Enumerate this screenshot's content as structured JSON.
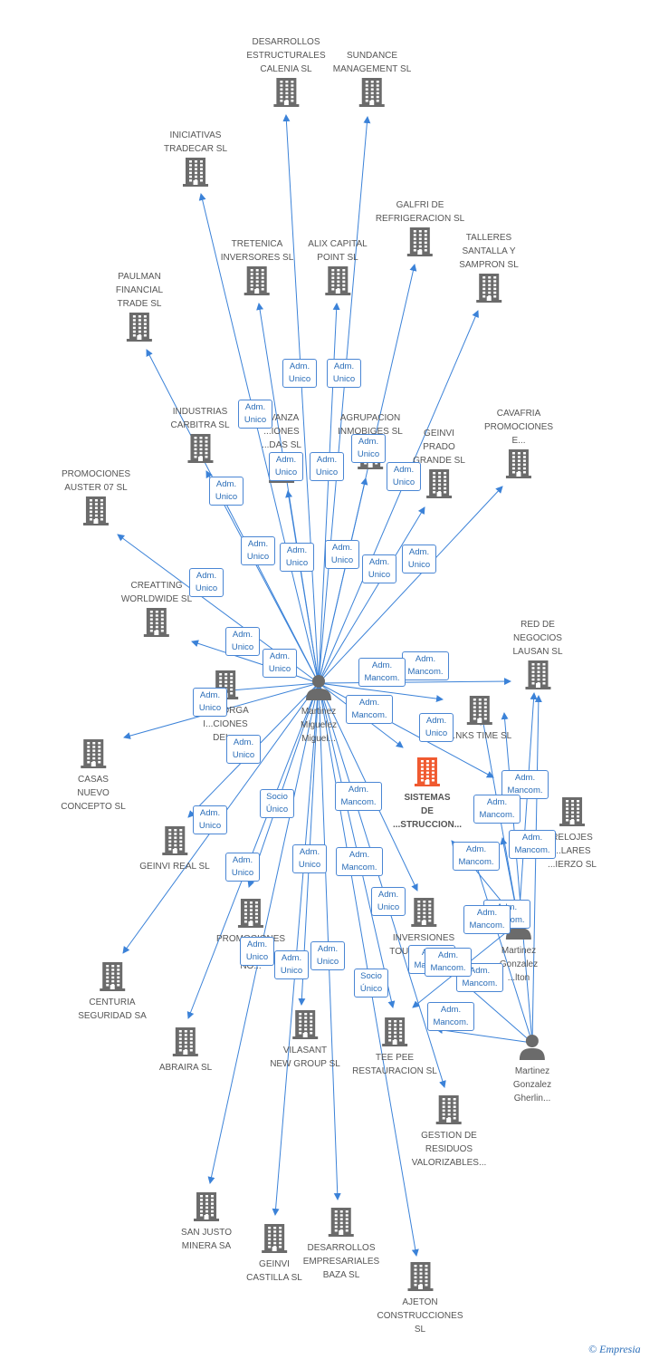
{
  "colors": {
    "edge": "#3b82d8",
    "company": "#6b6b6b",
    "focus": "#f05a30",
    "person": "#6b6b6b",
    "badge_border": "#4a86d4",
    "badge_text": "#2a6db8"
  },
  "nodes": [
    {
      "id": "desarrollos_calenia",
      "type": "company",
      "label": "DESARROLLOS\nESTRUCTURALES\nCALENIA SL"
    },
    {
      "id": "sundance",
      "type": "company",
      "label": "SUNDANCE\nMANAGEMENT SL"
    },
    {
      "id": "iniciativas",
      "type": "company",
      "label": "INICIATIVAS\nTRADECAR  SL"
    },
    {
      "id": "galfri",
      "type": "company",
      "label": "GALFRI DE\nREFRIGERACION SL"
    },
    {
      "id": "tretenica",
      "type": "company",
      "label": "TRETENICA\nINVERSORES SL"
    },
    {
      "id": "alix",
      "type": "company",
      "label": "ALIX CAPITAL\nPOINT SL"
    },
    {
      "id": "talleres",
      "type": "company",
      "label": "TALLERES\nSANTALLA Y\nSAMPRON SL"
    },
    {
      "id": "paulman",
      "type": "company",
      "label": "PAULMAN\nFINANCIAL\nTRADE SL"
    },
    {
      "id": "industrias",
      "type": "company",
      "label": "INDUSTRIAS\nCARBITRA  SL"
    },
    {
      "id": "avanza",
      "type": "company",
      "label": "AVANZA\n...IONES\n...DAS SL"
    },
    {
      "id": "agrupacion",
      "type": "company",
      "label": "AGRUPACION\nINMOBIGES SL"
    },
    {
      "id": "geinvi_prado",
      "type": "company",
      "label": "GEINVI\nPRADO\nGRANDE SL"
    },
    {
      "id": "cavafria",
      "type": "company",
      "label": "CAVAFRIA\nPROMOCIONES\nE..."
    },
    {
      "id": "auster",
      "type": "company",
      "label": "PROMOCIONES\nAUSTER 07 SL"
    },
    {
      "id": "creatting",
      "type": "company",
      "label": "CREATTING\nWORLDWIDE SL"
    },
    {
      "id": "red_negocios",
      "type": "company",
      "label": "RED DE\nNEGOCIOS\nLAUSAN SL"
    },
    {
      "id": "norvorga",
      "type": "company",
      "label": "N...VORGA\nI...CIONES\nDEL..."
    },
    {
      "id": "links_time",
      "type": "company",
      "label": "...NKS TIME SL"
    },
    {
      "id": "casas",
      "type": "company",
      "label": "CASAS\nNUEVO\nCONCEPTO SL"
    },
    {
      "id": "sistemas",
      "type": "focus",
      "label": "SISTEMAS\nDE\n...STRUCCION..."
    },
    {
      "id": "relojes",
      "type": "company",
      "label": "RELOJES\n...LARES\n...IERZO  SL"
    },
    {
      "id": "geinvi_real",
      "type": "company",
      "label": "GEINVI REAL SL"
    },
    {
      "id": "promociones_b",
      "type": "company",
      "label": "PROMOCIONES\nB...\nNO..."
    },
    {
      "id": "inversiones_touch",
      "type": "company",
      "label": "INVERSIONES\nTOUCH 2000 SL"
    },
    {
      "id": "centuria",
      "type": "company",
      "label": "CENTURIA\nSEGURIDAD SA"
    },
    {
      "id": "abraira",
      "type": "company",
      "label": "ABRAIRA SL"
    },
    {
      "id": "vilasant",
      "type": "company",
      "label": "VILASANT\nNEW GROUP SL"
    },
    {
      "id": "tee_pee",
      "type": "company",
      "label": "TEE PEE\nRESTAURACION SL"
    },
    {
      "id": "gestion_residuos",
      "type": "company",
      "label": "GESTION DE\nRESIDUOS\nVALORIZABLES..."
    },
    {
      "id": "san_justo",
      "type": "company",
      "label": "SAN JUSTO\nMINERA SA"
    },
    {
      "id": "geinvi_castilla",
      "type": "company",
      "label": "GEINVI\nCASTILLA SL"
    },
    {
      "id": "desarrollos_baza",
      "type": "company",
      "label": "DESARROLLOS\nEMPRESARIALES\nBAZA  SL"
    },
    {
      "id": "ajeton",
      "type": "company",
      "label": "AJETON\nCONSTRUCCIONES\nSL"
    },
    {
      "id": "p_miguel",
      "type": "person",
      "label": "Martinez\nMiguelez\nMiguel..."
    },
    {
      "id": "p_hilton",
      "type": "person",
      "label": "Martinez\nGonzalez\n...lton"
    },
    {
      "id": "p_gherlin",
      "type": "person",
      "label": "Martinez\nGonzalez\nGherlin..."
    }
  ],
  "edges": [
    {
      "from": "p_miguel",
      "to": "desarrollos_calenia",
      "label": "Adm.\nUnico"
    },
    {
      "from": "p_miguel",
      "to": "sundance",
      "label": "Adm.\nUnico"
    },
    {
      "from": "p_miguel",
      "to": "iniciativas",
      "label": "Adm.\nUnico"
    },
    {
      "from": "p_miguel",
      "to": "galfri",
      "label": "Adm.\nUnico"
    },
    {
      "from": "p_miguel",
      "to": "tretenica",
      "label": "Adm.\nUnico"
    },
    {
      "from": "p_miguel",
      "to": "alix",
      "label": "Adm.\nUnico"
    },
    {
      "from": "p_miguel",
      "to": "talleres",
      "label": "Adm.\nUnico"
    },
    {
      "from": "p_miguel",
      "to": "paulman",
      "label": "Adm.\nUnico"
    },
    {
      "from": "p_miguel",
      "to": "industrias",
      "label": "Adm.\nUnico"
    },
    {
      "from": "p_miguel",
      "to": "avanza",
      "label": "Adm.\nUnico"
    },
    {
      "from": "p_miguel",
      "to": "agrupacion",
      "label": "Adm.\nUnico"
    },
    {
      "from": "p_miguel",
      "to": "geinvi_prado",
      "label": "Adm.\nUnico"
    },
    {
      "from": "p_miguel",
      "to": "cavafria",
      "label": "Adm.\nUnico"
    },
    {
      "from": "p_miguel",
      "to": "auster",
      "label": "Adm.\nUnico"
    },
    {
      "from": "p_miguel",
      "to": "creatting",
      "label": "Adm.\nUnico"
    },
    {
      "from": "p_miguel",
      "to": "red_negocios",
      "label": "Adm.\nMancom."
    },
    {
      "from": "p_miguel",
      "to": "norvorga",
      "label": "Adm.\nUnico"
    },
    {
      "from": "p_miguel",
      "to": "links_time",
      "label": "Adm.\nMancom."
    },
    {
      "from": "p_miguel",
      "to": "casas",
      "label": "Adm.\nUnico"
    },
    {
      "from": "p_miguel",
      "to": "sistemas",
      "label": "Adm.\nMancom."
    },
    {
      "from": "p_miguel",
      "to": "relojes",
      "label": "Adm.\nUnico"
    },
    {
      "from": "p_miguel",
      "to": "geinvi_real",
      "label": "Adm.\nUnico"
    },
    {
      "from": "p_miguel",
      "to": "promociones_b",
      "label": "Socio\nÚnico"
    },
    {
      "from": "p_miguel",
      "to": "inversiones_touch",
      "label": "Adm.\nMancom."
    },
    {
      "from": "p_miguel",
      "to": "centuria",
      "label": "Adm.\nUnico"
    },
    {
      "from": "p_miguel",
      "to": "abraira",
      "label": "Adm.\nUnico"
    },
    {
      "from": "p_miguel",
      "to": "vilasant",
      "label": "Adm.\nUnico"
    },
    {
      "from": "p_miguel",
      "to": "tee_pee",
      "label": "Adm.\nMancom."
    },
    {
      "from": "p_miguel",
      "to": "gestion_residuos",
      "label": "Adm.\nUnico"
    },
    {
      "from": "p_miguel",
      "to": "san_justo",
      "label": "Adm.\nUnico"
    },
    {
      "from": "p_miguel",
      "to": "geinvi_castilla",
      "label": "Adm.\nUnico"
    },
    {
      "from": "p_miguel",
      "to": "desarrollos_baza",
      "label": "Adm.\nUnico"
    },
    {
      "from": "p_miguel",
      "to": "ajeton",
      "label": "Socio\nÚnico"
    },
    {
      "from": "p_hilton",
      "to": "red_negocios",
      "label": "Adm.\nMancom."
    },
    {
      "from": "p_hilton",
      "to": "links_time",
      "label": "Adm.\nMancom."
    },
    {
      "from": "p_hilton",
      "to": "sistemas",
      "label": "Adm.\nMancom."
    },
    {
      "from": "p_hilton",
      "to": "inversiones_touch",
      "label": "Adm.\nMancom."
    },
    {
      "from": "p_hilton",
      "to": "tee_pee",
      "label": "Adm.\nMancom."
    },
    {
      "from": "p_gherlin",
      "to": "red_negocios",
      "label": "Adm.\nMancom."
    },
    {
      "from": "p_gherlin",
      "to": "links_time",
      "label": "Adm.\nMancom."
    },
    {
      "from": "p_gherlin",
      "to": "sistemas",
      "label": "Adm.\nMancom."
    },
    {
      "from": "p_gherlin",
      "to": "inversiones_touch",
      "label": "Adm.\nMancom."
    },
    {
      "from": "p_gherlin",
      "to": "tee_pee",
      "label": "Adm.\nMancom."
    }
  ],
  "footer": {
    "copyright": "©",
    "brand": "Empresia"
  }
}
